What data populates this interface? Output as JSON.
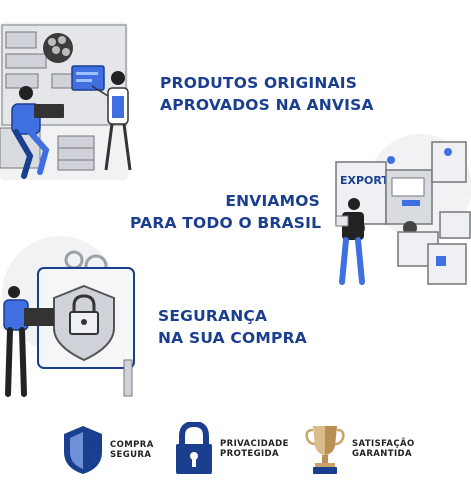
{
  "features": [
    {
      "line1": "PRODUTOS ORIGINAIS",
      "line2": "APROVADOS NA ANVISA",
      "icon": "lab-presentation-icon"
    },
    {
      "line1": "ENVIAMOS",
      "line2": "PARA TODO O BRASIL",
      "icon": "export-truck-icon",
      "truck_sign": "EXPORT"
    },
    {
      "line1": "SEGURANÇA",
      "line2": "NA SUA COMPRA",
      "icon": "security-lock-icon"
    }
  ],
  "badges": [
    {
      "line1": "COMPRA",
      "line2": "SEGURA",
      "icon": "shield-icon"
    },
    {
      "line1": "PRIVACIDADE",
      "line2": "PROTEGIDA",
      "icon": "padlock-icon"
    },
    {
      "line1": "SATISFAÇÃO",
      "line2": "GARANTIDA",
      "icon": "trophy-icon"
    }
  ],
  "colors": {
    "headline": "#1b3f8f",
    "accent_blue": "#3f6fe0",
    "navy": "#1b3f8f",
    "gold": "#c9a468",
    "gray": "#9aa0a8"
  }
}
